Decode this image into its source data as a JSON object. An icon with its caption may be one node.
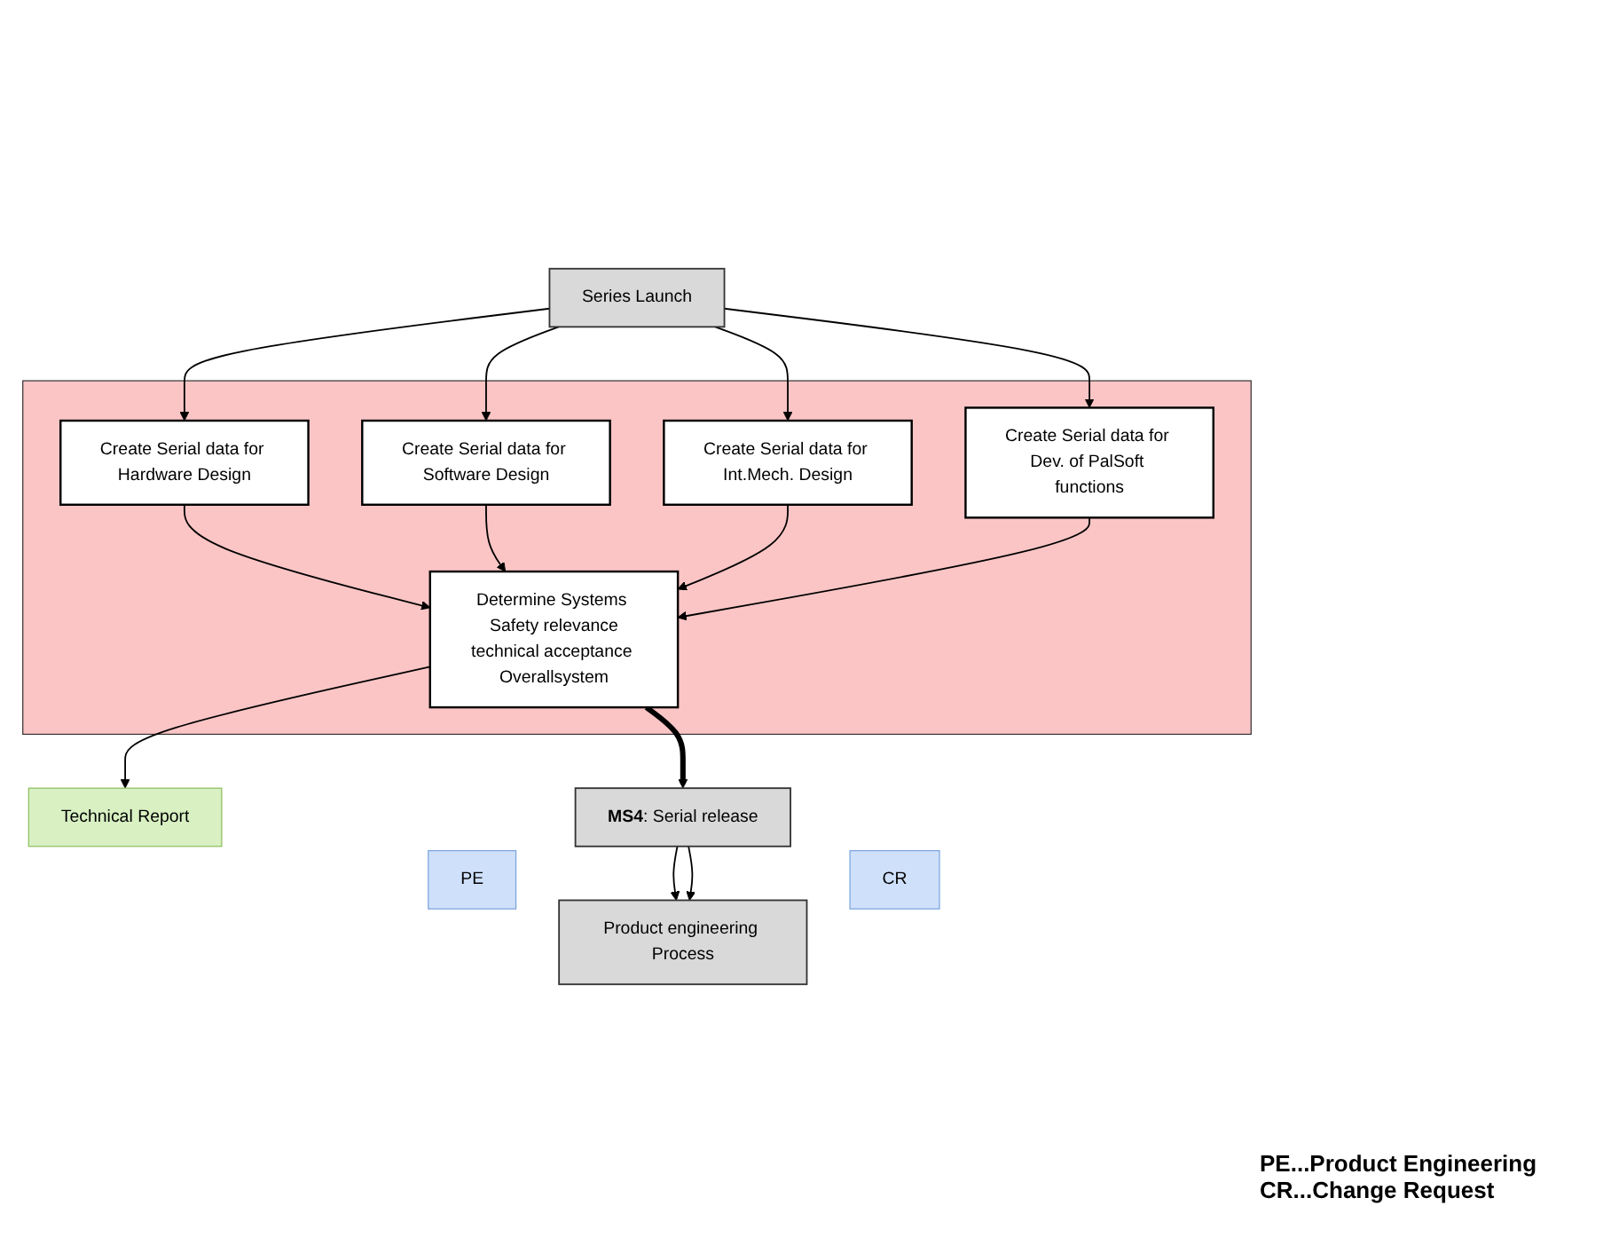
{
  "diagram": {
    "nodes": [
      {
        "text": [
          "Series Launch"
        ]
      },
      {
        "text": [],
        "shape": "box"
      },
      {
        "text": [
          "Create Serial data for Hardware Design"
        ],
        "in": 1
      },
      {
        "text": [
          "Create Serial data for Software Design"
        ],
        "in": 1
      },
      {
        "text": [
          "Create Serial data for Int.Mech. Design"
        ],
        "in": 1
      },
      {
        "text": [
          "Create Serial data for Dev. of PalSoft functions"
        ],
        "in": 1
      },
      {
        "text": [
          "Determine Systems Safety relevance",
          "technical acceptance Overallsystem"
        ],
        "in": 1
      },
      {
        "text": [
          "Technical Report"
        ]
      },
      {
        "text": [
          "**MS4**: Serial release"
        ]
      },
      {
        "text": [
          "PE"
        ]
      },
      {
        "text": [
          "CR"
        ]
      },
      {
        "text": [
          "Product engineering Process"
        ]
      }
    ],
    "edges": [
      {
        "from": 0,
        "to": 2,
        "arrow": "to"
      },
      {
        "from": 0,
        "to": 3,
        "arrow": "to"
      },
      {
        "from": 0,
        "to": 4,
        "arrow": "to"
      },
      {
        "from": 0,
        "to": 5,
        "arrow": "to"
      },
      {
        "from": 2,
        "to": 6,
        "arrow": "to"
      },
      {
        "from": 3,
        "to": 6,
        "arrow": "to"
      },
      {
        "from": 4,
        "to": 6,
        "arrow": "to"
      },
      {
        "from": 5,
        "to": 6,
        "arrow": "to"
      },
      {
        "from": 6,
        "to": 7,
        "arrow": "to"
      },
      {
        "from": 6,
        "to": 8,
        "arrow": "to",
        "style": "thick"
      },
      {
        "from": 8,
        "to": 11,
        "arrow": "to"
      },
      {
        "from": 8,
        "to": 11,
        "arrow": "to"
      }
    ],
    "labels": [
      "PE...Product Engineering",
      "CR...Change Request"
    ]
  }
}
